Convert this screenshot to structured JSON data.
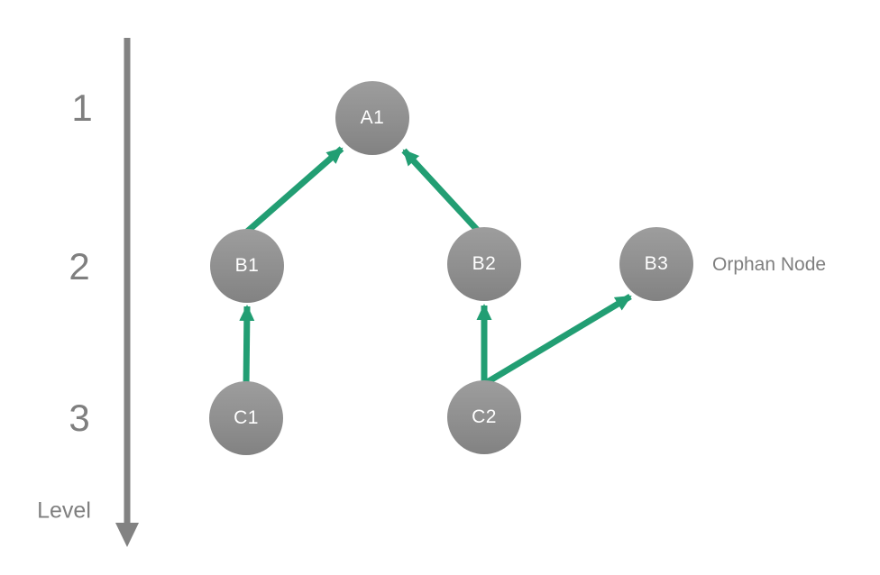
{
  "diagram": {
    "axis": {
      "caption": "Level",
      "tick_labels": [
        "1",
        "2",
        "3"
      ]
    },
    "nodes": [
      {
        "id": "A1",
        "label": "A1",
        "level": 1
      },
      {
        "id": "B1",
        "label": "B1",
        "level": 2
      },
      {
        "id": "B2",
        "label": "B2",
        "level": 2
      },
      {
        "id": "B3",
        "label": "B3",
        "level": 2,
        "annotation": "Orphan Node"
      },
      {
        "id": "C1",
        "label": "C1",
        "level": 3
      },
      {
        "id": "C2",
        "label": "C2",
        "level": 3
      }
    ],
    "edges": [
      {
        "from": "B1",
        "to": "A1"
      },
      {
        "from": "B2",
        "to": "A1"
      },
      {
        "from": "C1",
        "to": "B1"
      },
      {
        "from": "C2",
        "to": "B2"
      },
      {
        "from": "C2",
        "to": "B3"
      }
    ],
    "colors": {
      "edge_green": "#229e73",
      "node_gray_top": "#9d9d9d",
      "node_gray_bottom": "#828282",
      "axis_gray": "#828282",
      "label_gray": "#7f7f7f",
      "node_text": "#ffffff"
    }
  }
}
